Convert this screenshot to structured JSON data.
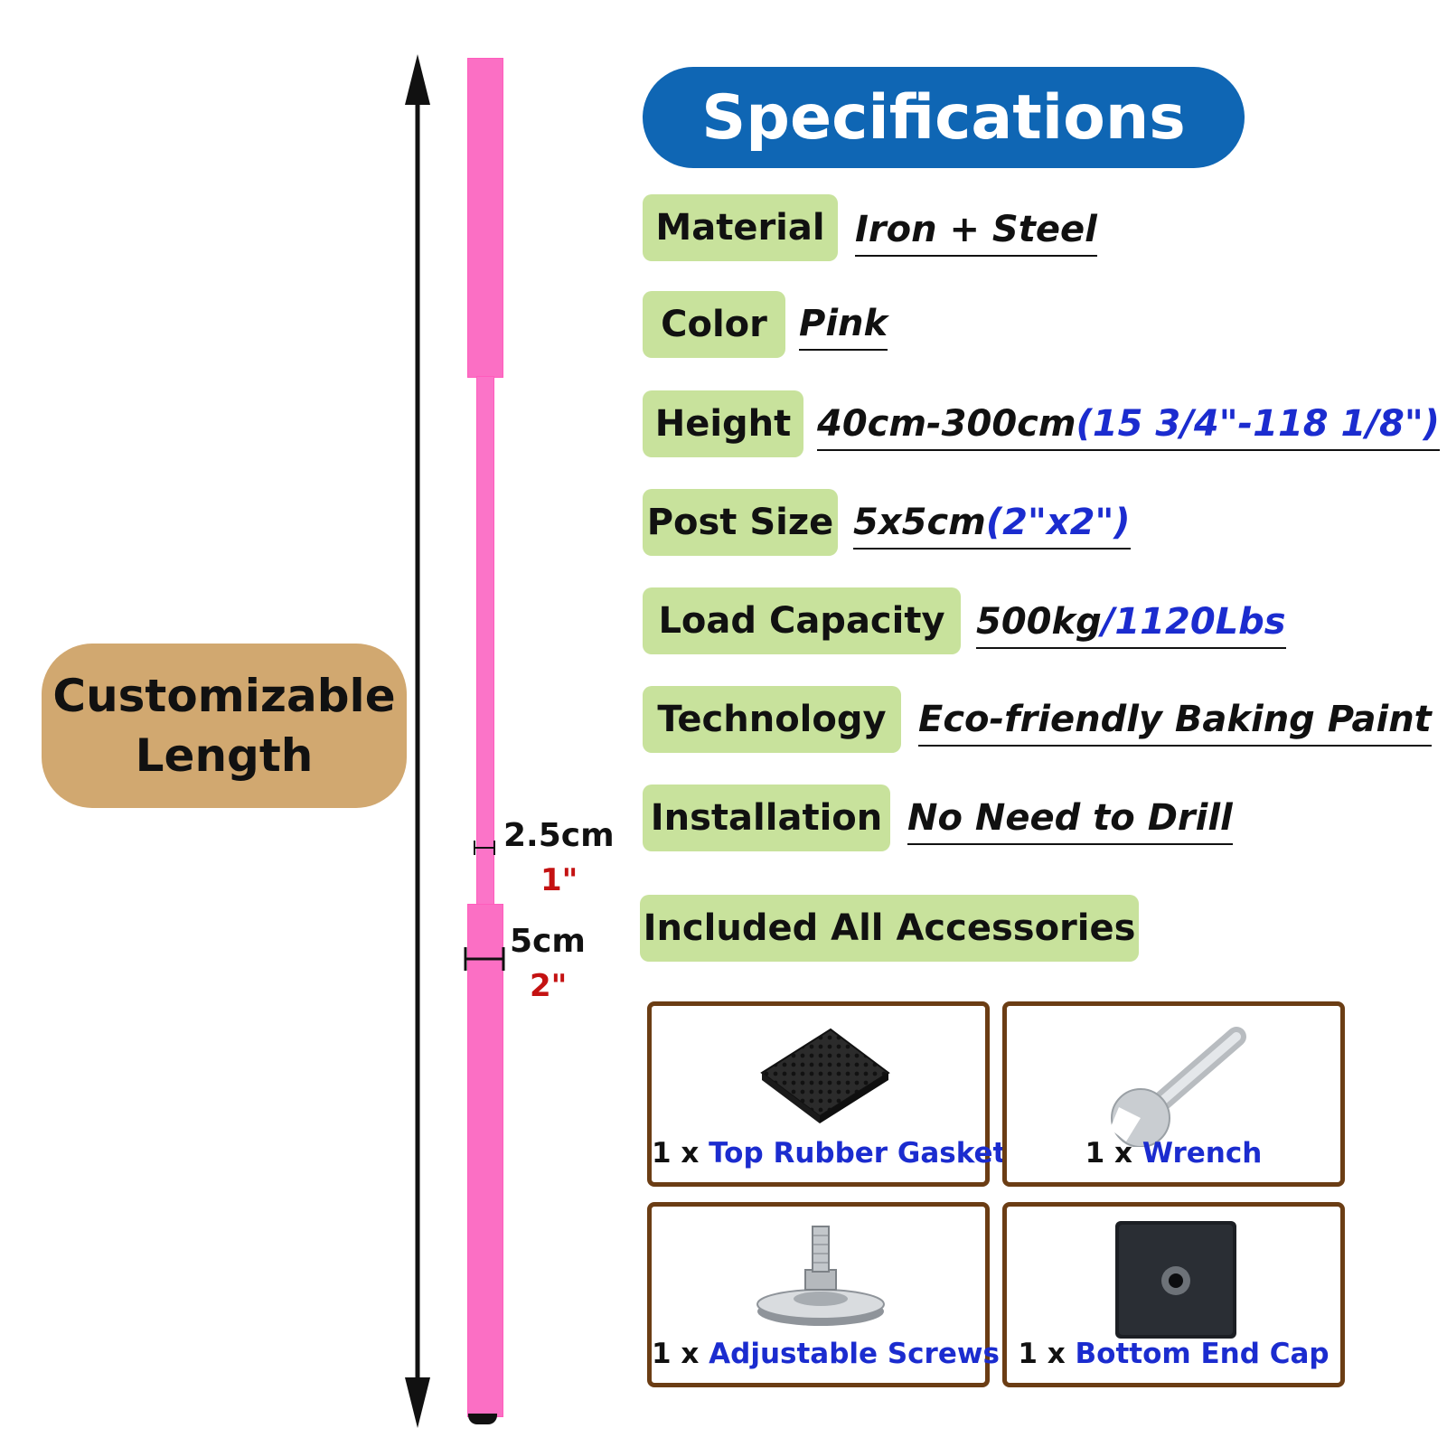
{
  "badge": {
    "line1": "Customizable",
    "line2": "Length"
  },
  "dimensions": {
    "thin_cm": "2.5cm",
    "thin_in": "1\"",
    "thick_cm": "5cm",
    "thick_in": "2\""
  },
  "specs": {
    "title": "Specifications",
    "rows": [
      {
        "label": "Material",
        "value": "Iron + Steel",
        "value_extra": ""
      },
      {
        "label": "Color",
        "value": "Pink",
        "value_extra": ""
      },
      {
        "label": "Height",
        "value": "40cm-300cm",
        "value_extra": "(15 3/4\"-118 1/8\")"
      },
      {
        "label": "Post Size",
        "value": "5x5cm",
        "value_extra": "(2\"x2\")"
      },
      {
        "label": "Load Capacity",
        "value": "500kg",
        "value_extra": "/1120Lbs"
      },
      {
        "label": "Technology",
        "value": "Eco-friendly Baking Paint",
        "value_extra": ""
      },
      {
        "label": "Installation",
        "value": "No Need to Drill",
        "value_extra": ""
      }
    ],
    "accessories_label": "Included All Accessories"
  },
  "accessories": [
    {
      "qty": "1 x",
      "name": "Top Rubber Gasket",
      "icon": "rubber-gasket-icon"
    },
    {
      "qty": "1 x",
      "name": "Wrench",
      "icon": "wrench-icon"
    },
    {
      "qty": "1 x",
      "name": "Adjustable Screws",
      "icon": "adjustable-screw-icon"
    },
    {
      "qty": "1 x",
      "name": "Bottom End Cap",
      "icon": "end-cap-icon"
    }
  ],
  "colors": {
    "pole": "#fb6fc4",
    "header": "#0f66b4",
    "label_bg": "#c8e29c",
    "badge_bg": "#d1a870",
    "accent_blue": "#1b2ccf",
    "accent_red": "#c41212",
    "frame": "#6b3d14"
  }
}
